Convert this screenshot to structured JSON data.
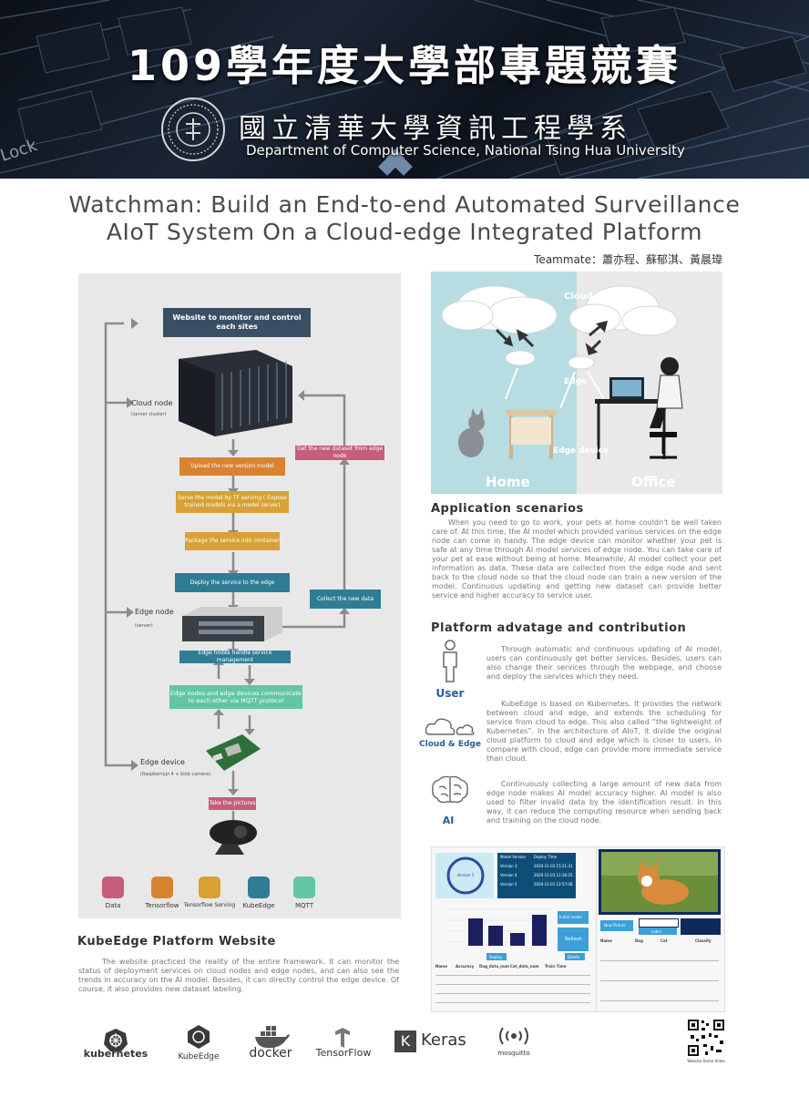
{
  "header": {
    "competition_title": "109學年度大學部專題競賽",
    "dept_cn": "國立清華大學資訊工程學系",
    "dept_en": "Department of Computer Science, National Tsing Hua University",
    "keyboard_word": "Lock"
  },
  "poster": {
    "title_line1": "Watchman: Build an End-to-end Automated Surveillance",
    "title_line2": "AIoT System On a Cloud-edge Integrated Platform",
    "teammate": "Teammate：蕭亦程、蘇郁淇、黃晨瑋"
  },
  "architecture": {
    "website_box": "Website to monitor and control each sites",
    "cloud_node": "Cloud node",
    "cloud_node_sub": "(server cluster)",
    "edge_node": "Edge node",
    "edge_node_sub": "(server)",
    "edge_device": "Edge device",
    "edge_device_sub": "(Raspberrypi 4 + blob camera)",
    "steps": {
      "upload": "Upload the new version model",
      "serve": "Serve the model by TF serving ( Expose trained models via a model server)",
      "package": "Package the service into container",
      "deploy": "Deploy the service to the edge",
      "handle": "Edge nodes handle service management",
      "communicate": "Edge nodes and edge devices communicate to each other via MQTT protocol",
      "pictures": "Take the pictures",
      "get_dataset": "Get the new dataset from edge node",
      "collect": "Collect the new data"
    },
    "legend": [
      "Data",
      "Tensorflow",
      "Tensorflow Serving",
      "KubeEdge",
      "MQTT"
    ],
    "legend_colors": [
      "#c65d7b",
      "#d8832f",
      "#d7a135",
      "#2f7d95",
      "#62c6a6"
    ]
  },
  "scene": {
    "cloud": "Cloud",
    "edge": "Edge",
    "edge_device": "Edge device",
    "home": "Home",
    "office": "Office"
  },
  "application": {
    "heading": "Application scenarios",
    "lines": [
      "When you need to go to work, your pets at home couldn't be well taken",
      "care of. At this time, the AI model which provided various services on the",
      "edge node can come in handy. The edge device can monitor whether your pet",
      "is safe at any time through AI model services of edge node. You can take care",
      "of your pet at ease without being at home. Meanwhile, AI model collect your",
      "pet information as data. These data are collected from the edge node and sent",
      "back to the cloud node so that the cloud node can train a new version of the",
      "model. Continuous updating and getting new dataset can provide better",
      "service and higher accuracy to service user."
    ]
  },
  "platform": {
    "heading": "Platform advatage and contribution",
    "items": [
      {
        "label": "User",
        "lines": [
          "Through automatic and continuous updating of AI model,",
          "users can continuously get better services. Besides, users",
          "can also change their services through the webpage, and",
          "choose and deploy the services which they need."
        ]
      },
      {
        "label": "Cloud & Edge",
        "lines": [
          "KubeEdge is based on Kubernetes. It provides the network",
          "between cloud and edge, and extends the scheduling for",
          "service from cloud to edge. This also called “the lightweight",
          "of Kubernetes”. In the architecture of AIoT, it divide the",
          "original cloud platform to cloud and edge which is closer to",
          "users. In compare with cloud, edge can provide more",
          "immediate service than cloud."
        ]
      },
      {
        "label": "AI",
        "lines": [
          "Continuously collecting a large amount of new data from",
          "edge node makes AI model accuracy higher. AI model is also",
          "used to filter invalid data by the identification result. In this",
          "way, it can reduce the computing resource when sending",
          "back and training on the cloud node."
        ]
      }
    ]
  },
  "website": {
    "heading": "KubeEdge Platform Website",
    "lines": [
      "The website practiced the reality of the entire framework. It can monitor the",
      "status of deployment services on cloud nodes and edge nodes, and can also see",
      "the trends in accuracy on the AI model. Besides, it can directly control the edge",
      "device. Of course, it also provides new  dataset labeling."
    ]
  },
  "dashboard": {
    "version_circle": "Version 5",
    "table_headers": [
      "Model Version",
      "Deploy Time"
    ],
    "table_rows": [
      [
        "Version 3",
        "2020-11-03 15:21:31"
      ],
      [
        "Version 4",
        "2020-11-03 12:26:25"
      ],
      [
        "Version 5",
        "2020-11-01 12:57:08"
      ]
    ],
    "buttons": [
      "Initial model",
      "Refresh",
      "Deploy",
      "Delete",
      "New Picture",
      "Label"
    ],
    "hist_headers": [
      "Name",
      "Accuracy",
      "Dog_data_num",
      "Cat_data_num",
      "Train Time"
    ],
    "label_headers": [
      "Name",
      "Dog",
      "Cat",
      "Classify"
    ]
  },
  "logos": [
    "kubernetes",
    "KubeEdge",
    "docker",
    "TensorFlow",
    "Keras",
    "mosquitto"
  ],
  "qr_caption": "Website Demo Video"
}
